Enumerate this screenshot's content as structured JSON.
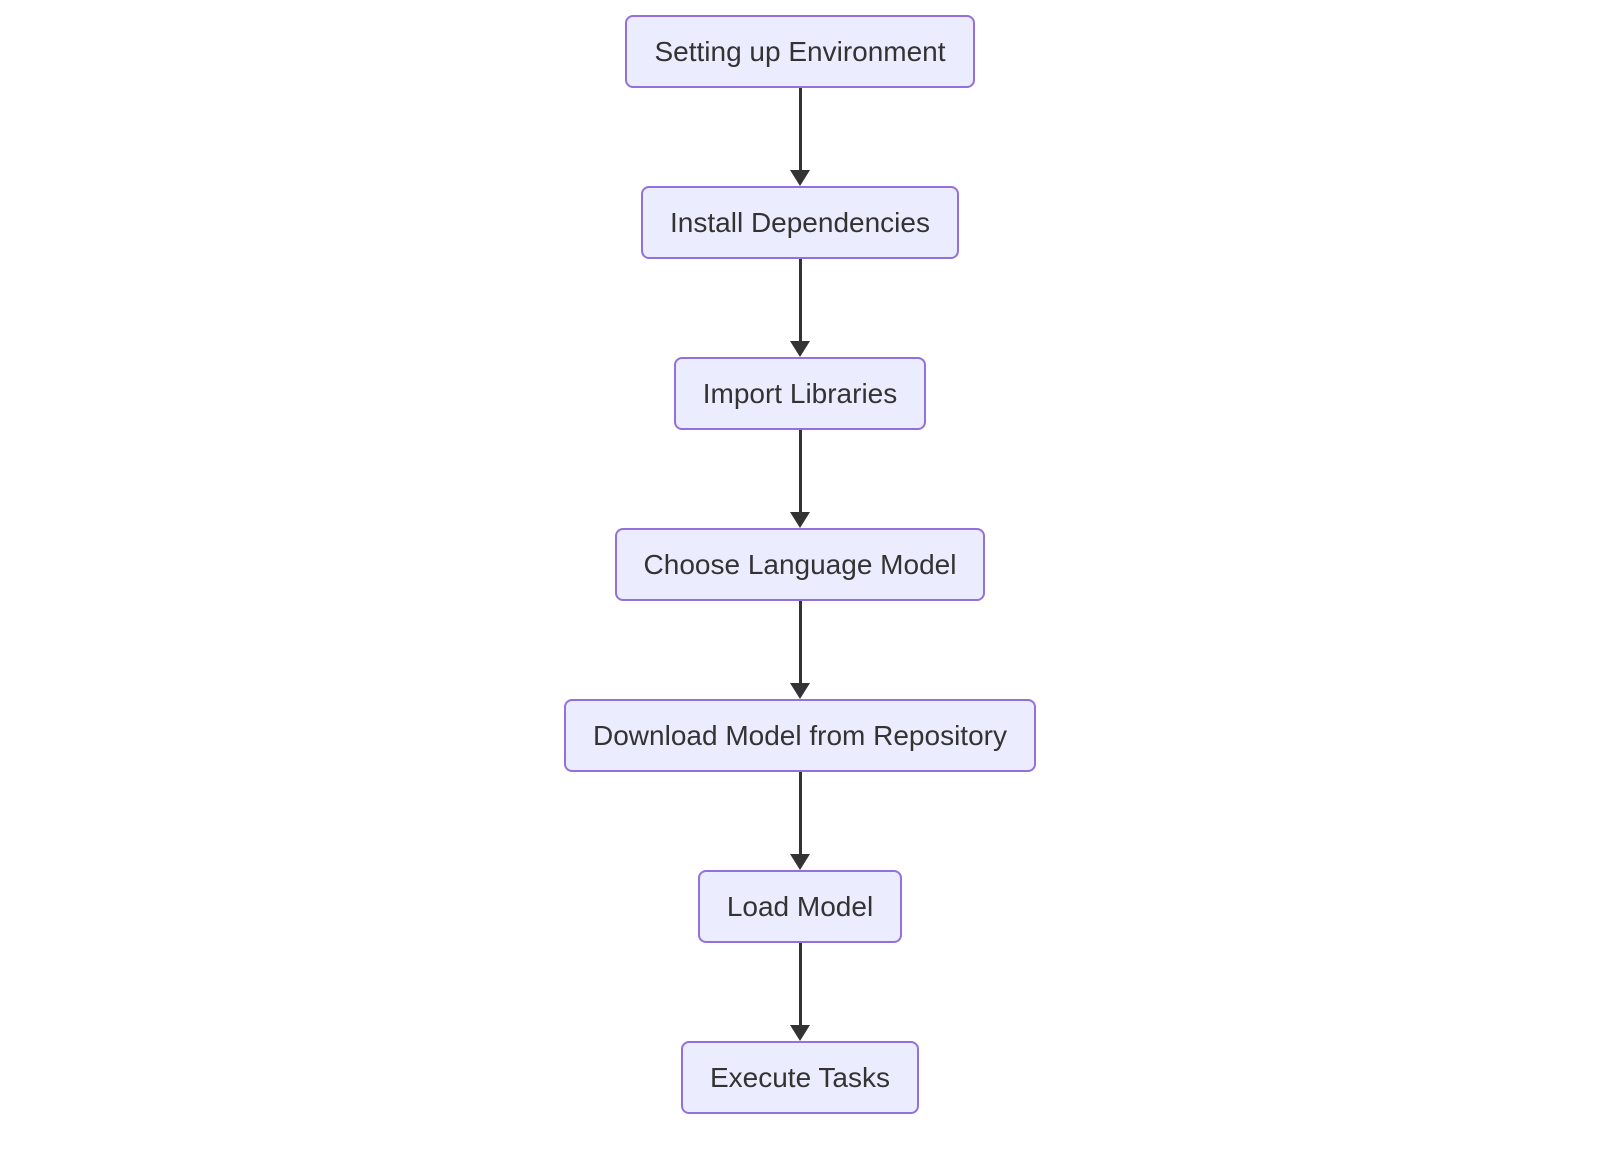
{
  "diagram": {
    "type": "flowchart",
    "direction": "top-down",
    "nodes": [
      {
        "id": "setup-environment",
        "label": "Setting up Environment"
      },
      {
        "id": "install-dependencies",
        "label": "Install Dependencies"
      },
      {
        "id": "import-libraries",
        "label": "Import Libraries"
      },
      {
        "id": "choose-language-model",
        "label": "Choose Language Model"
      },
      {
        "id": "download-model",
        "label": "Download Model from Repository"
      },
      {
        "id": "load-model",
        "label": "Load Model"
      },
      {
        "id": "execute-tasks",
        "label": "Execute Tasks"
      }
    ],
    "edges": [
      {
        "from": "setup-environment",
        "to": "install-dependencies"
      },
      {
        "from": "install-dependencies",
        "to": "import-libraries"
      },
      {
        "from": "import-libraries",
        "to": "choose-language-model"
      },
      {
        "from": "choose-language-model",
        "to": "download-model"
      },
      {
        "from": "download-model",
        "to": "load-model"
      },
      {
        "from": "load-model",
        "to": "execute-tasks"
      }
    ],
    "colors": {
      "node_fill": "#ECECFF",
      "node_border": "#9370DB",
      "text": "#333333",
      "arrow": "#333333",
      "background": "#FFFFFF"
    }
  }
}
